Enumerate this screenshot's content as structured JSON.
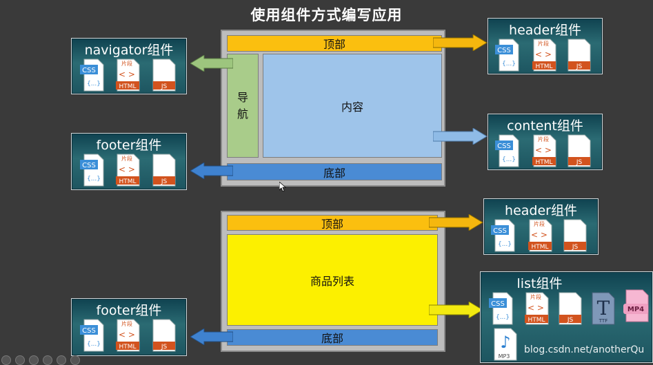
{
  "title": "使用组件方式编写应用",
  "top_layout": {
    "header": "顶部",
    "nav": [
      "导",
      "航"
    ],
    "content": "内容",
    "footer": "底部"
  },
  "bottom_layout": {
    "header": "顶部",
    "list": "商品列表",
    "footer": "底部"
  },
  "cards": {
    "navigator": "navigator组件",
    "footer1": "footer组件",
    "header1": "header组件",
    "content": "content组件",
    "header2": "header组件",
    "list": "list组件",
    "footer2": "footer组件"
  },
  "icon_labels": {
    "css": "CSS",
    "css_body": "{...}",
    "html_top": "片段",
    "html": "HTML",
    "js": "JS",
    "mp4": "MP4",
    "mp3": "MP3",
    "ttf": "TTF"
  },
  "watermark": "blog.csdn.net/anotherQu",
  "colors": {
    "header": "#fbbf0f",
    "nav": "#a9cc8a",
    "content": "#9ec4ea",
    "footer": "#4a8bd4",
    "list": "#fcf000"
  }
}
